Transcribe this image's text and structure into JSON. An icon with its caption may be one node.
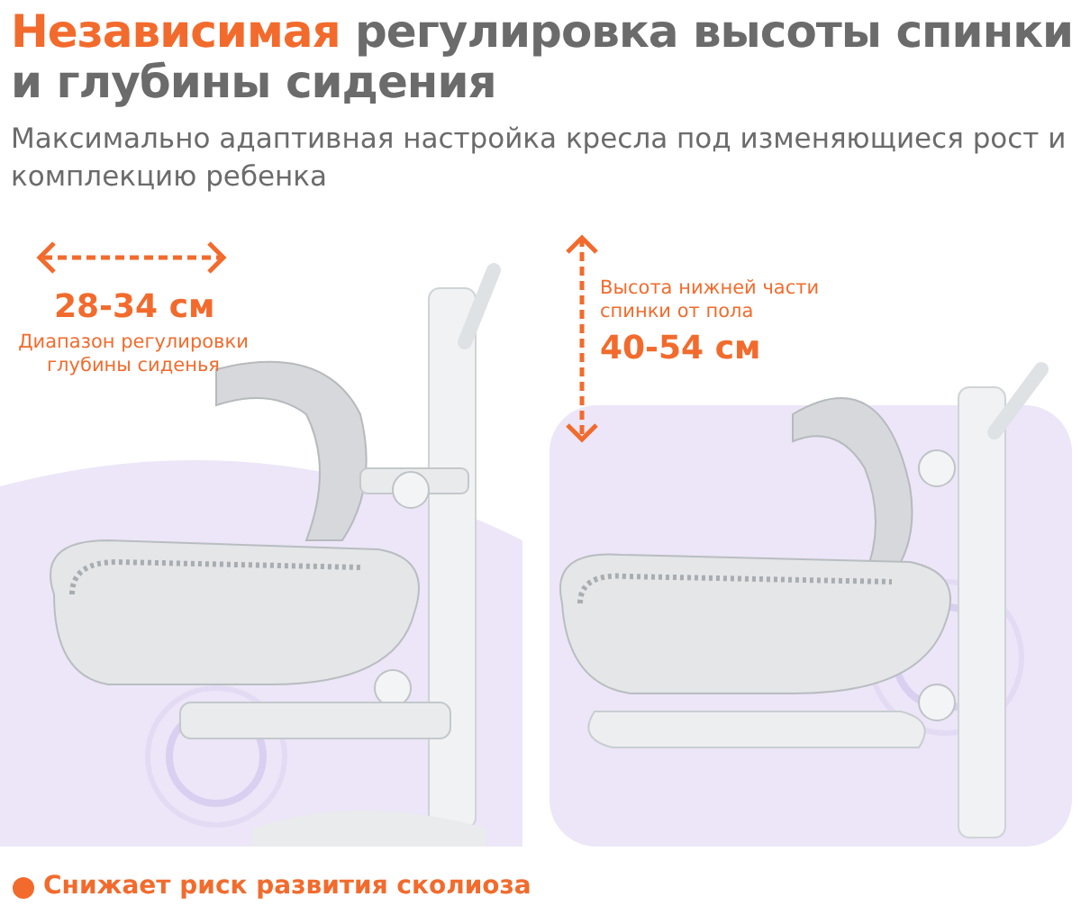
{
  "diagram": {
    "title": "Независимая регулировка высоты спинки и глубины сидения",
    "labels": [
      "Максимально адаптивная настройка кресла под изменяющиеся рост и комплекцию ребенка",
      "28-34 см",
      "Диапазон регулировки глубины сиденья",
      "Высота нижней части спинки от пола",
      "40-54 см",
      "Снижает риск развития сколиоза"
    ]
  }
}
